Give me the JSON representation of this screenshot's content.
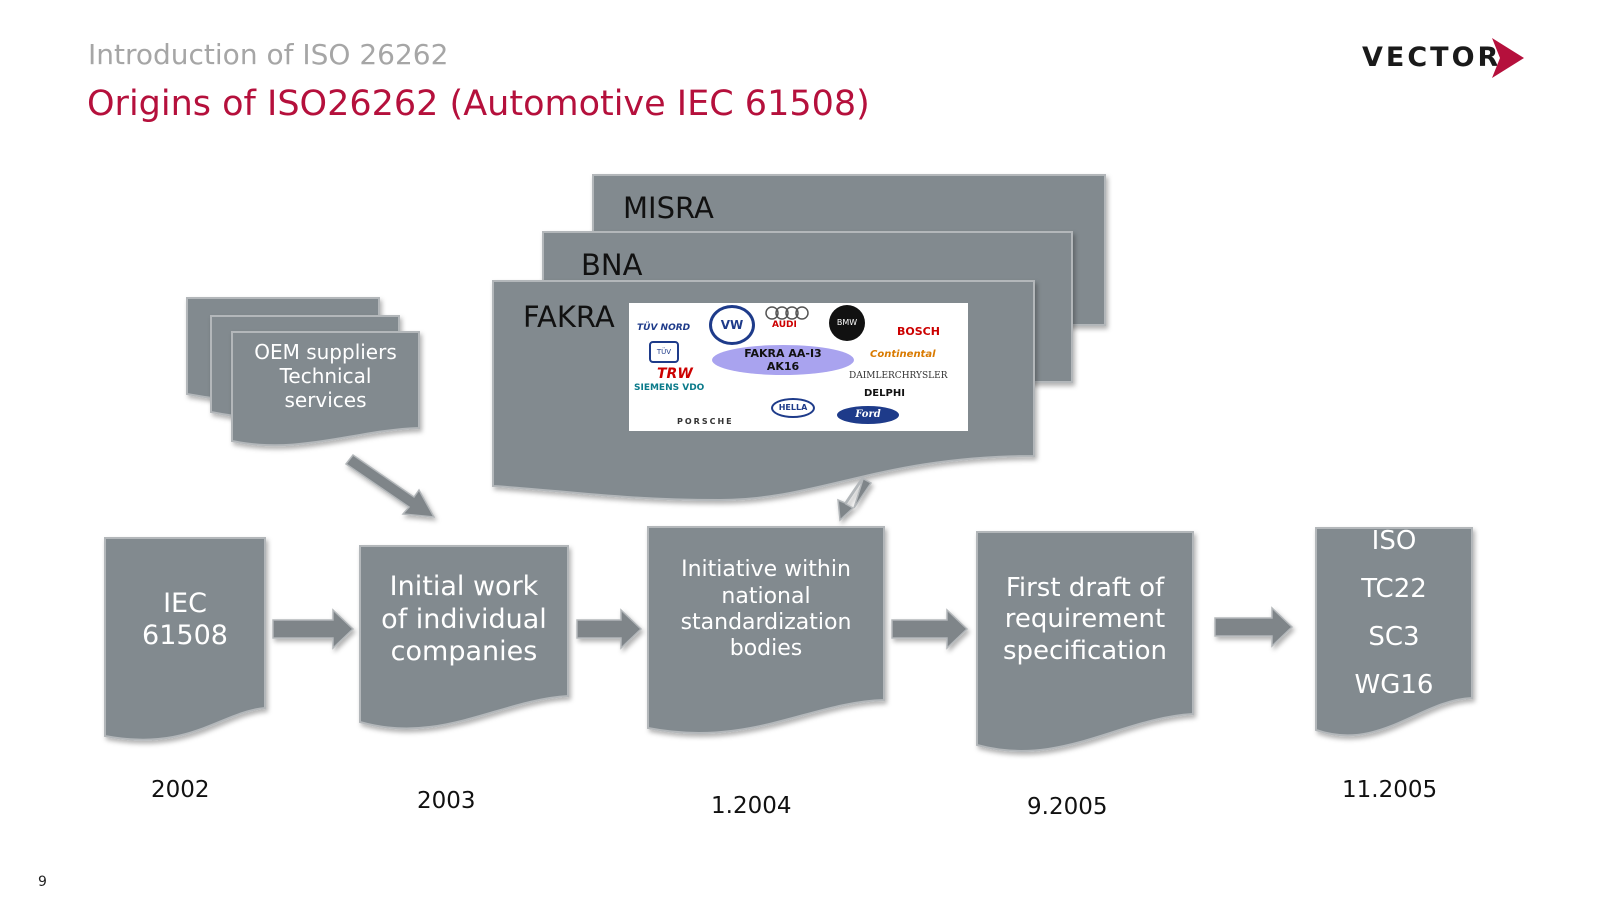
{
  "header": {
    "kicker": "Introduction of ISO 26262",
    "title": "Origins of ISO26262 (Automotive IEC 61508)",
    "logo_text": "VECTOR"
  },
  "colors": {
    "accent": "#b5103c",
    "shape_fill": "#828a8f",
    "arrow_fill": "#7f8589"
  },
  "sources": {
    "oem_lines": [
      "OEM suppliers",
      "Technical",
      "services"
    ],
    "layers": [
      "MISRA",
      "BNA",
      "FAKRA"
    ]
  },
  "fakra_logos": {
    "center_badge": [
      "FAKRA AA-I3",
      "AK16"
    ],
    "brands": [
      "TÜV NORD",
      "VW",
      "AUDI",
      "BMW",
      "BOSCH",
      "TÜV",
      "Continental",
      "TRW",
      "SIEMENS VDO",
      "DAIMLERCHRYSLER",
      "DELPHI",
      "PORSCHE",
      "HELLA",
      "Ford"
    ]
  },
  "timeline": [
    {
      "lines": [
        "IEC",
        "61508"
      ],
      "year": "2002"
    },
    {
      "lines": [
        "Initial work",
        "of individual",
        "companies"
      ],
      "year": "2003"
    },
    {
      "lines": [
        "Initiative within",
        "national",
        "standardization",
        "bodies"
      ],
      "year": "1.2004"
    },
    {
      "lines": [
        "First draft of",
        "requirement",
        "specification"
      ],
      "year": "9.2005"
    },
    {
      "lines": [
        "ISO",
        "TC22",
        "SC3",
        "WG16"
      ],
      "year": "11.2005"
    }
  ],
  "page_number": "9"
}
